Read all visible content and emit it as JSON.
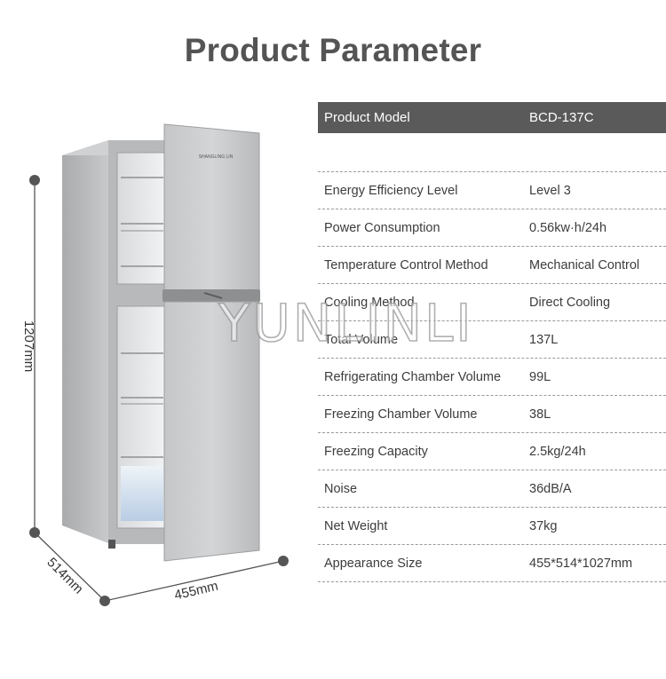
{
  "page": {
    "title": "Product Parameter"
  },
  "product": {
    "brand_badge": "SHANGLING LIN"
  },
  "dimensions": {
    "height": "1207mm",
    "depth": "514mm",
    "width": "455mm"
  },
  "watermark": "YUNLINLI",
  "specs": {
    "header": {
      "key": "Product Model",
      "value": "BCD-137C"
    },
    "rows": [
      {
        "key": "Energy Efficiency Level",
        "value": "Level 3"
      },
      {
        "key": "Power Consumption",
        "value": "0.56kw·h/24h"
      },
      {
        "key": "Temperature Control Method",
        "value": "Mechanical Control"
      },
      {
        "key": "Cooling Method",
        "value": "Direct Cooling"
      },
      {
        "key": "Total Volume",
        "value": "137L"
      },
      {
        "key": "Refrigerating Chamber Volume",
        "value": "99L"
      },
      {
        "key": "Freezing Chamber Volume",
        "value": "38L"
      },
      {
        "key": "Freezing Capacity",
        "value": "2.5kg/24h"
      },
      {
        "key": "Noise",
        "value": "36dB/A"
      },
      {
        "key": "Net Weight",
        "value": "37kg"
      },
      {
        "key": "Appearance Size",
        "value": "455*514*1027mm"
      }
    ]
  }
}
